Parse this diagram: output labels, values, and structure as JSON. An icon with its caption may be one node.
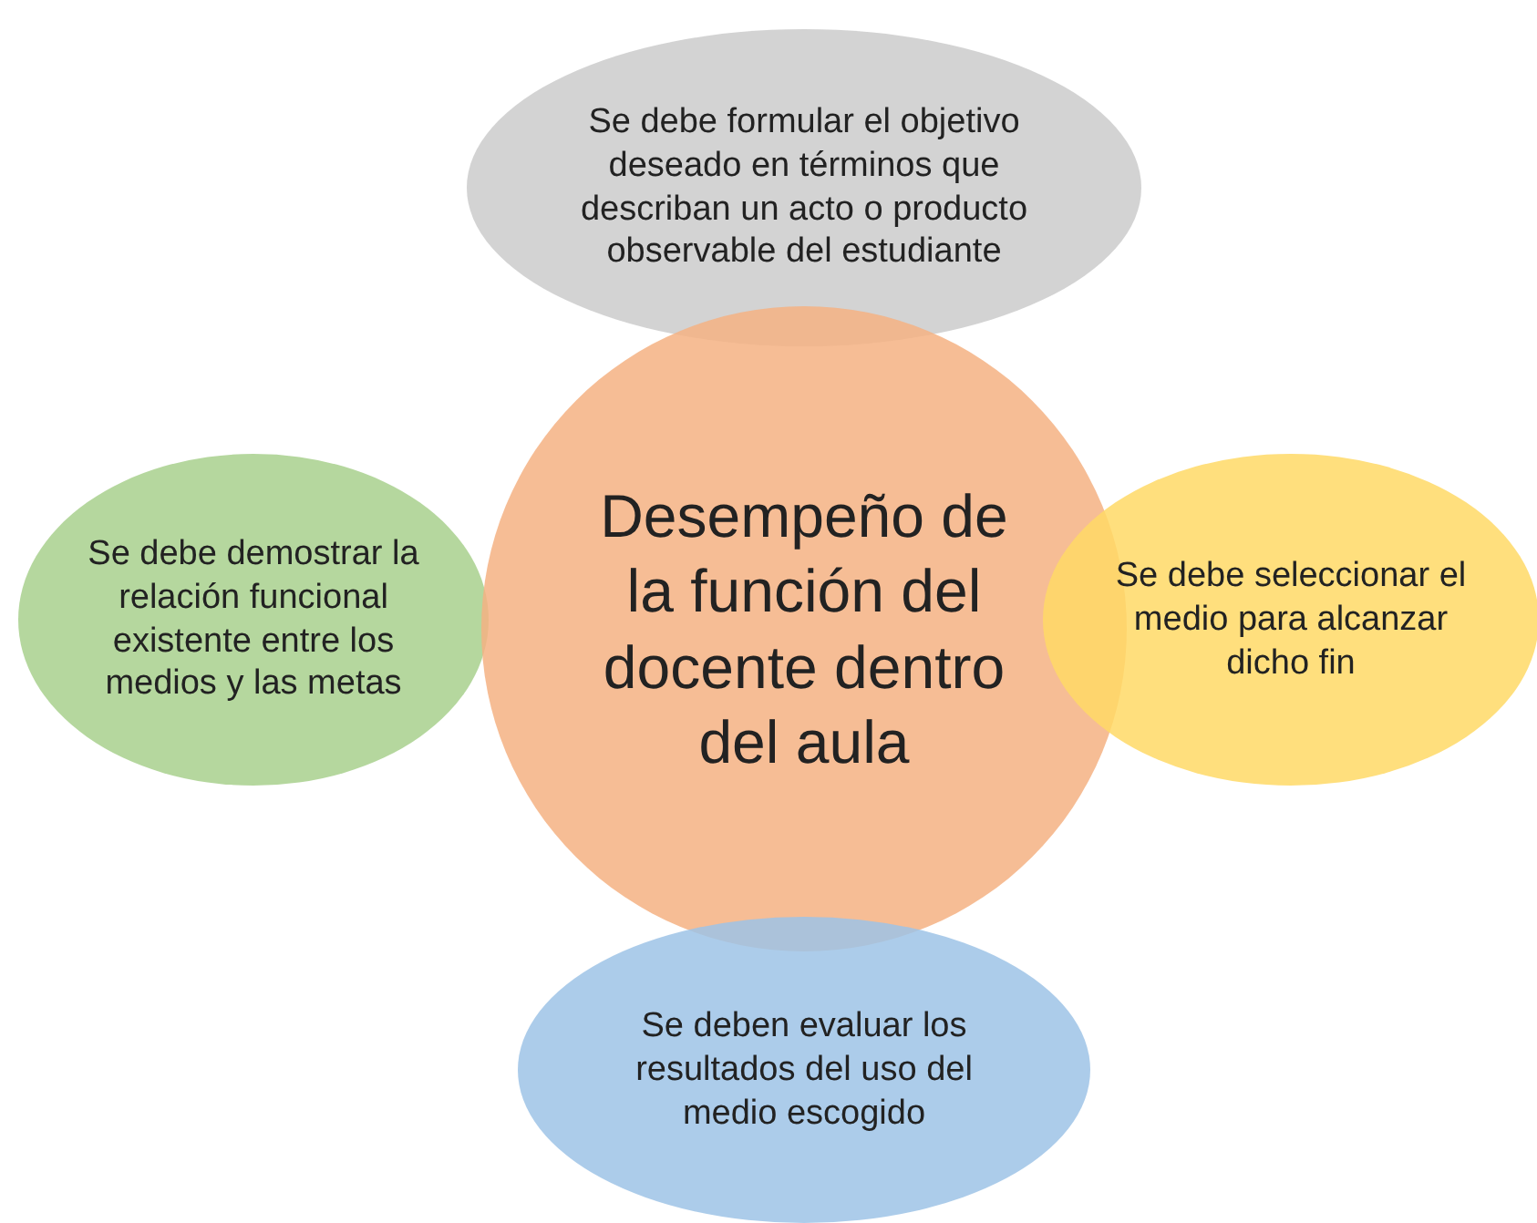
{
  "diagram": {
    "nodes": [
      {
        "text": [
          "Se debe formular el objetivo deseado en términos que describan un acto o producto observable del estudiante"
        ]
      },
      {
        "text": [
          "Se debe demostrar la relación funcional existente entre los medios y las metas"
        ]
      },
      {
        "text": [
          "Desempeño de la función del docente dentro del aula"
        ]
      },
      {
        "text": [
          "Se debe seleccionar el medio para alcanzar dicho fin"
        ]
      },
      {
        "text": [
          "Se deben evaluar los resultados del uso del medio escogido"
        ]
      }
    ]
  }
}
